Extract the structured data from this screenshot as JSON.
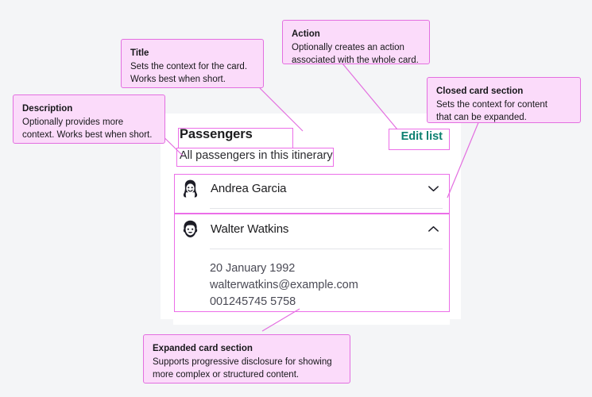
{
  "page": {
    "background": "#f4f5f7",
    "accent_pink": "#ec6ee8",
    "note_fill": "#fbdbfa",
    "action_color": "#0d8070"
  },
  "card": {
    "title": "Passengers",
    "description": "All passengers in this itinerary",
    "action_label": "Edit list",
    "sections": [
      {
        "name": "Andrea Garcia",
        "avatar": "avatar-woman-icon",
        "chevron": "chevron-down-icon",
        "expanded": false,
        "details": []
      },
      {
        "name": "Walter Watkins",
        "avatar": "avatar-man-icon",
        "chevron": "chevron-up-icon",
        "expanded": true,
        "details": [
          "20 January 1992",
          "walterwatkins@example.com",
          "001245745 5758"
        ]
      }
    ]
  },
  "annotations": [
    {
      "id": "title",
      "title": "Title",
      "body": "Sets the context for the card.\nWorks best when short."
    },
    {
      "id": "action",
      "title": "Action",
      "body": "Optionally creates an action\nassociated with the whole card."
    },
    {
      "id": "description",
      "title": "Description",
      "body": "Optionally provides more\ncontext. Works best when short."
    },
    {
      "id": "closed-card-section",
      "title": "Closed card section",
      "body": "Sets the context for content\nthat can be expanded."
    },
    {
      "id": "expanded-card-section",
      "title": "Expanded card section",
      "body": "Supports progressive disclosure for showing\nmore complex or structured content."
    }
  ]
}
